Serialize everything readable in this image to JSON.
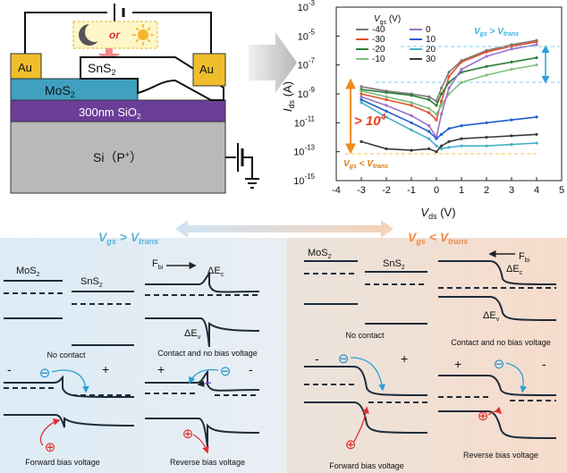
{
  "device": {
    "electrode_left": "Au",
    "electrode_right": "Au",
    "top_flake": "SnS",
    "top_flake_sub": "2",
    "bottom_flake": "MoS",
    "bottom_flake_sub": "2",
    "dielectric_prefix": "300nm SiO",
    "dielectric_sub": "2",
    "substrate": "Si（P",
    "substrate_sup": "+",
    "substrate_close": "）",
    "light_switch_word": "or"
  },
  "chart_data": {
    "type": "line",
    "xlabel_main": "V",
    "xlabel_sub": "ds",
    "xlabel_unit": " (V)",
    "ylabel_main": "I",
    "ylabel_sub": "ds",
    "ylabel_unit": " (A)",
    "xlim": [
      -4,
      5
    ],
    "ylim_log10": [
      -15,
      -3
    ],
    "x_ticks": [
      "-4",
      "-3",
      "-2",
      "-1",
      "0",
      "1",
      "2",
      "3",
      "4",
      "5"
    ],
    "y_ticks": [
      {
        "base": "10",
        "exp": "-3"
      },
      {
        "base": "10",
        "exp": "-5"
      },
      {
        "base": "10",
        "exp": "-7"
      },
      {
        "base": "10",
        "exp": "-9"
      },
      {
        "base": "10",
        "exp": "-11"
      },
      {
        "base": "10",
        "exp": "-13"
      },
      {
        "base": "10",
        "exp": "-15"
      }
    ],
    "legend_title_main": "V",
    "legend_title_sub": "gs",
    "legend_title_unit": " (V)",
    "series": [
      {
        "name": "-40",
        "color": "#7a7a7a",
        "x": [
          -3,
          -2,
          -1,
          -0.3,
          0,
          0.2,
          0.5,
          1,
          2,
          3,
          4
        ],
        "log_y": [
          -8.5,
          -8.8,
          -9.0,
          -9.2,
          -9.5,
          -8.6,
          -7.5,
          -6.7,
          -6.0,
          -5.6,
          -5.3
        ]
      },
      {
        "name": "-30",
        "color": "#e05030",
        "x": [
          -3,
          -2,
          -1,
          -0.3,
          0,
          0.2,
          0.5,
          1,
          2,
          3,
          4
        ],
        "log_y": [
          -9.0,
          -9.4,
          -9.8,
          -10.3,
          -10.8,
          -9.5,
          -7.8,
          -6.8,
          -6.1,
          -5.7,
          -5.4
        ]
      },
      {
        "name": "-20",
        "color": "#2f7f3a",
        "x": [
          -3,
          -2,
          -1,
          -0.3,
          0,
          0.2,
          0.5,
          1,
          2,
          3,
          4
        ],
        "log_y": [
          -8.7,
          -8.9,
          -9.1,
          -9.4,
          -9.8,
          -9.0,
          -8.2,
          -7.5,
          -7.1,
          -6.8,
          -6.5
        ]
      },
      {
        "name": "-10",
        "color": "#7fbf7f",
        "x": [
          -3,
          -2,
          -1,
          -0.3,
          0,
          0.2,
          0.5,
          1,
          2,
          3,
          4
        ],
        "log_y": [
          -8.8,
          -9.2,
          -9.6,
          -10.0,
          -10.4,
          -9.8,
          -9.0,
          -8.2,
          -7.7,
          -7.3,
          -7.0
        ]
      },
      {
        "name": "0",
        "color": "#9b6fd0",
        "x": [
          -3,
          -2,
          -1,
          -0.3,
          0,
          0.2,
          0.5,
          1,
          2,
          3,
          4
        ],
        "log_y": [
          -9.2,
          -9.8,
          -10.5,
          -11.2,
          -12.0,
          -10.4,
          -8.6,
          -7.3,
          -6.4,
          -5.9,
          -5.6
        ]
      },
      {
        "name": "10",
        "color": "#1f5fd0",
        "x": [
          -3,
          -2,
          -1,
          -0.3,
          0,
          0.2,
          0.5,
          1,
          2,
          3,
          4
        ],
        "log_y": [
          -9.4,
          -10.2,
          -11.0,
          -11.6,
          -12.1,
          -11.8,
          -11.4,
          -11.2,
          -11.0,
          -10.8,
          -10.6
        ]
      },
      {
        "name": "20",
        "color": "#46b0c8",
        "x": [
          -3,
          -2,
          -1,
          -0.3,
          0,
          0.2,
          0.5,
          1,
          2,
          3,
          4
        ],
        "log_y": [
          -9.6,
          -10.6,
          -11.5,
          -12.1,
          -12.6,
          -12.8,
          -12.7,
          -12.6,
          -12.6,
          -12.5,
          -12.4
        ]
      },
      {
        "name": "30",
        "color": "#3a3a3a",
        "x": [
          -3,
          -2,
          -1,
          -0.3,
          0,
          0.2,
          0.5,
          1,
          2,
          3,
          4
        ],
        "log_y": [
          -12.3,
          -12.8,
          -12.9,
          -12.8,
          -13.0,
          -12.6,
          -12.3,
          -12.1,
          -12.0,
          -11.9,
          -11.8
        ]
      }
    ],
    "annotations": {
      "ratio": "> 10",
      "ratio_exp": "4",
      "high_regime": {
        "lhs": "V",
        "lhs_sub": "gs",
        "op": " > ",
        "rhs": "V",
        "rhs_sub": "trans"
      },
      "low_regime": {
        "lhs": "V",
        "lhs_sub": "gs",
        "op": " < ",
        "rhs": "V",
        "rhs_sub": "trans"
      }
    }
  },
  "bands": {
    "left_header": {
      "lhs": "V",
      "lhs_sub": "gs",
      "op": " > ",
      "rhs": "V",
      "rhs_sub": "trans"
    },
    "right_header": {
      "lhs": "V",
      "lhs_sub": "gs",
      "op": " < ",
      "rhs": "V",
      "rhs_sub": "trans"
    },
    "material_left": "MoS",
    "material_left_sub": "2",
    "material_right": "SnS",
    "material_right_sub": "2",
    "built_in_field": "F",
    "built_in_field_sub": "bi",
    "delta_ec": "ΔE",
    "delta_ec_sub": "c",
    "delta_ev": "ΔE",
    "delta_ev_sub": "v",
    "captions": {
      "no_contact": "No contact",
      "contact_no_bias": "Contact and no bias voltage",
      "forward": "Forward bias voltage",
      "reverse": "Reverse bias voltage"
    },
    "electron_symbol": "⊖",
    "hole_symbol": "⊕",
    "plus": "+",
    "minus": "-"
  }
}
